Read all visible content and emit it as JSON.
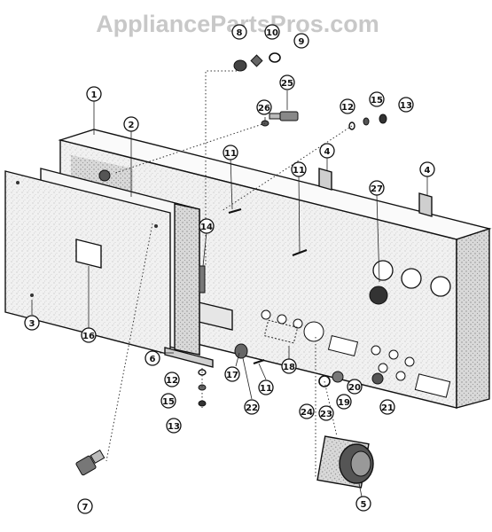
{
  "watermark": "AppliancePartsPros.com",
  "callouts": [
    {
      "id": "c1",
      "label": "1"
    },
    {
      "id": "c2",
      "label": "2"
    },
    {
      "id": "c3",
      "label": "3"
    },
    {
      "id": "c4a",
      "label": "4"
    },
    {
      "id": "c4b",
      "label": "4"
    },
    {
      "id": "c5",
      "label": "5"
    },
    {
      "id": "c6",
      "label": "6"
    },
    {
      "id": "c7",
      "label": "7"
    },
    {
      "id": "c8",
      "label": "8"
    },
    {
      "id": "c9",
      "label": "9"
    },
    {
      "id": "c10",
      "label": "10"
    },
    {
      "id": "c11a",
      "label": "11"
    },
    {
      "id": "c11b",
      "label": "11"
    },
    {
      "id": "c11c",
      "label": "11"
    },
    {
      "id": "c12a",
      "label": "12"
    },
    {
      "id": "c12b",
      "label": "12"
    },
    {
      "id": "c13a",
      "label": "13"
    },
    {
      "id": "c13b",
      "label": "13"
    },
    {
      "id": "c14",
      "label": "14"
    },
    {
      "id": "c15a",
      "label": "15"
    },
    {
      "id": "c15b",
      "label": "15"
    },
    {
      "id": "c16",
      "label": "16"
    },
    {
      "id": "c17",
      "label": "17"
    },
    {
      "id": "c18",
      "label": "18"
    },
    {
      "id": "c19",
      "label": "19"
    },
    {
      "id": "c20",
      "label": "20"
    },
    {
      "id": "c21",
      "label": "21"
    },
    {
      "id": "c22",
      "label": "22"
    },
    {
      "id": "c23",
      "label": "23"
    },
    {
      "id": "c24",
      "label": "24"
    },
    {
      "id": "c25",
      "label": "25"
    },
    {
      "id": "c26",
      "label": "26"
    },
    {
      "id": "c27",
      "label": "27"
    }
  ]
}
